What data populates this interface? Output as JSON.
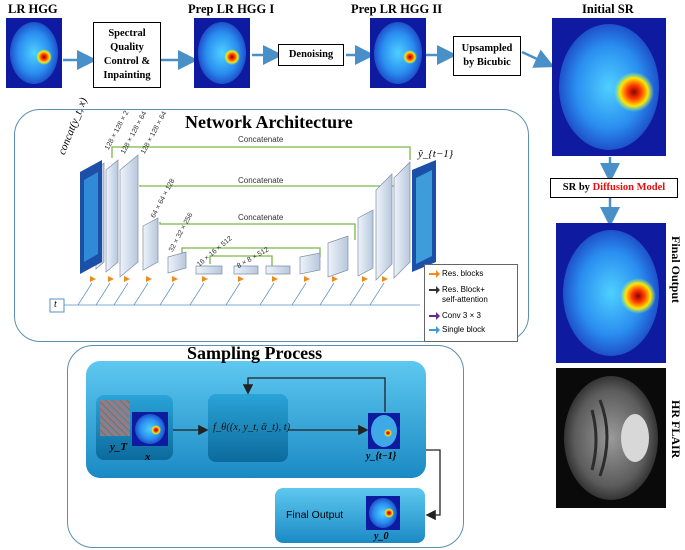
{
  "top": {
    "lr_hgg": "LR HGG",
    "prep1": "Prep LR HGG I",
    "prep2": "Prep LR HGG II",
    "initial_sr": "Initial SR",
    "box_quality": [
      "Spectral",
      "Quality",
      "Control &",
      "Inpainting"
    ],
    "box_denoise": "Denoising",
    "box_upsample": [
      "Upsampled",
      "by Bicubic"
    ]
  },
  "right": {
    "sr_by": "SR by ",
    "diffusion_model": "Diffusion Model",
    "final_output": "Final Output",
    "hr_flair": "HR FLAIR"
  },
  "network": {
    "title": "Network Architecture",
    "concat": "Concatenate",
    "input_label": "concat(y_t, x)",
    "output_label": "ŷ_{t−1}",
    "time_label": "t",
    "dims": [
      "128 × 128 × 2",
      "128 × 128 × 64",
      "128 × 128 × 64",
      "64 × 64 × 128",
      "32 × 32 × 256",
      "16 × 16 × 512",
      "8 × 8 × 512"
    ],
    "legend": {
      "res_blocks": "Res. blocks",
      "res_attn_1": "Res. Block+",
      "res_attn_2": "self-attention",
      "conv": "Conv 3 × 3",
      "single": "Single block"
    },
    "colors": {
      "res": "#f08a1c",
      "attn": "#333333",
      "conv": "#6a2a8a",
      "single": "#3b9ad9"
    }
  },
  "sampling": {
    "title": "Sampling Process",
    "y_T": "y_T",
    "x": "x",
    "func": "f_θ((x, y_t, ᾱ_t), t)",
    "y_t1": "y_{t−1}",
    "final_output": "Final Output",
    "y_0": "y_0"
  }
}
